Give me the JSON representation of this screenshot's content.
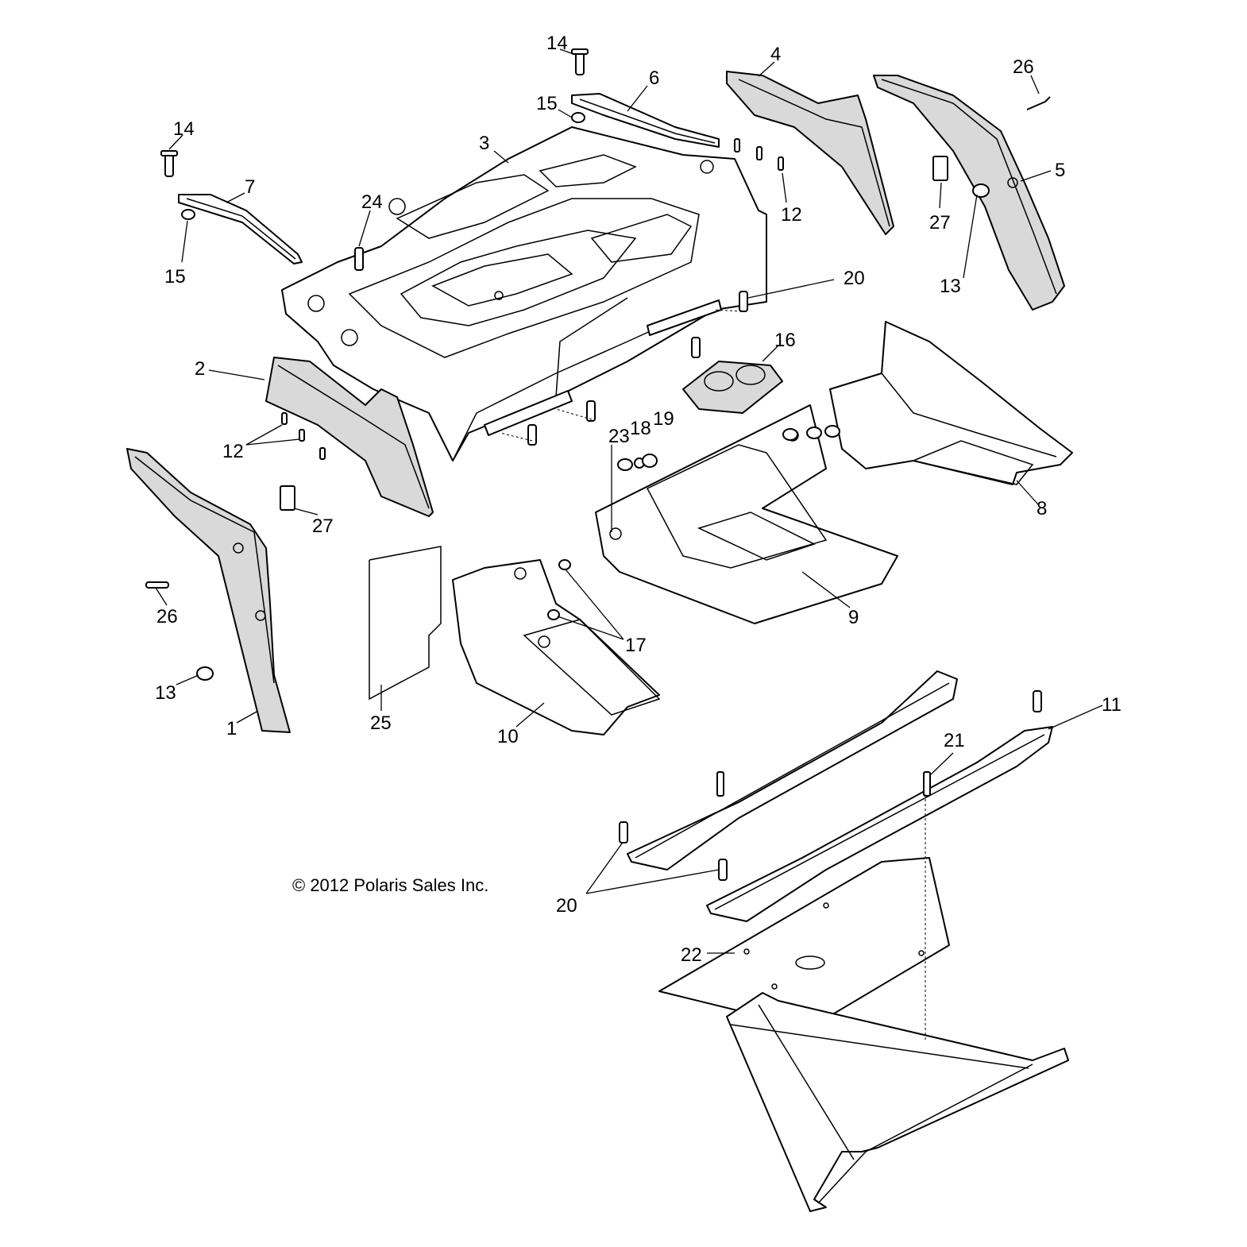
{
  "diagram": {
    "copyright": "© 2012 Polaris Sales Inc.",
    "callouts": [
      {
        "id": "c14a",
        "label": "14"
      },
      {
        "id": "c6",
        "label": "6"
      },
      {
        "id": "c4",
        "label": "4"
      },
      {
        "id": "c26a",
        "label": "26"
      },
      {
        "id": "c15a",
        "label": "15"
      },
      {
        "id": "c3",
        "label": "3"
      },
      {
        "id": "c14b",
        "label": "14"
      },
      {
        "id": "c7",
        "label": "7"
      },
      {
        "id": "c5",
        "label": "5"
      },
      {
        "id": "c24",
        "label": "24"
      },
      {
        "id": "c12a",
        "label": "12"
      },
      {
        "id": "c27a",
        "label": "27"
      },
      {
        "id": "c15b",
        "label": "15"
      },
      {
        "id": "c20a",
        "label": "20"
      },
      {
        "id": "c13a",
        "label": "13"
      },
      {
        "id": "c16",
        "label": "16"
      },
      {
        "id": "c2",
        "label": "2"
      },
      {
        "id": "c23",
        "label": "23"
      },
      {
        "id": "c18",
        "label": "18"
      },
      {
        "id": "c19",
        "label": "19"
      },
      {
        "id": "c12b",
        "label": "12"
      },
      {
        "id": "c8",
        "label": "8"
      },
      {
        "id": "c27b",
        "label": "27"
      },
      {
        "id": "c26b",
        "label": "26"
      },
      {
        "id": "c9",
        "label": "9"
      },
      {
        "id": "c17",
        "label": "17"
      },
      {
        "id": "c13b",
        "label": "13"
      },
      {
        "id": "c1",
        "label": "1"
      },
      {
        "id": "c25",
        "label": "25"
      },
      {
        "id": "c10",
        "label": "10"
      },
      {
        "id": "c11",
        "label": "11"
      },
      {
        "id": "c21",
        "label": "21"
      },
      {
        "id": "c20b",
        "label": "20"
      },
      {
        "id": "c22",
        "label": "22"
      }
    ]
  }
}
